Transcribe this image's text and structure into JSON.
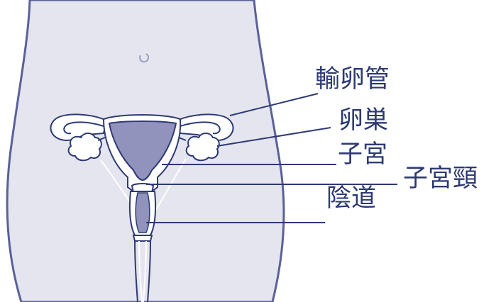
{
  "diagram": {
    "labels": {
      "fallopian_tube": "輸卵管",
      "ovary": "卵巣",
      "uterus": "子宮",
      "cervix": "子宮頸",
      "vagina": "陰道"
    }
  },
  "colors": {
    "body_fill": "#e4e5ee",
    "outline": "#5a6199",
    "organ_fill": "#9193bd",
    "organ_outline": "#2e3a73",
    "leader_line": "#2e3a73",
    "text": "#2e3a73",
    "white": "#ffffff"
  }
}
